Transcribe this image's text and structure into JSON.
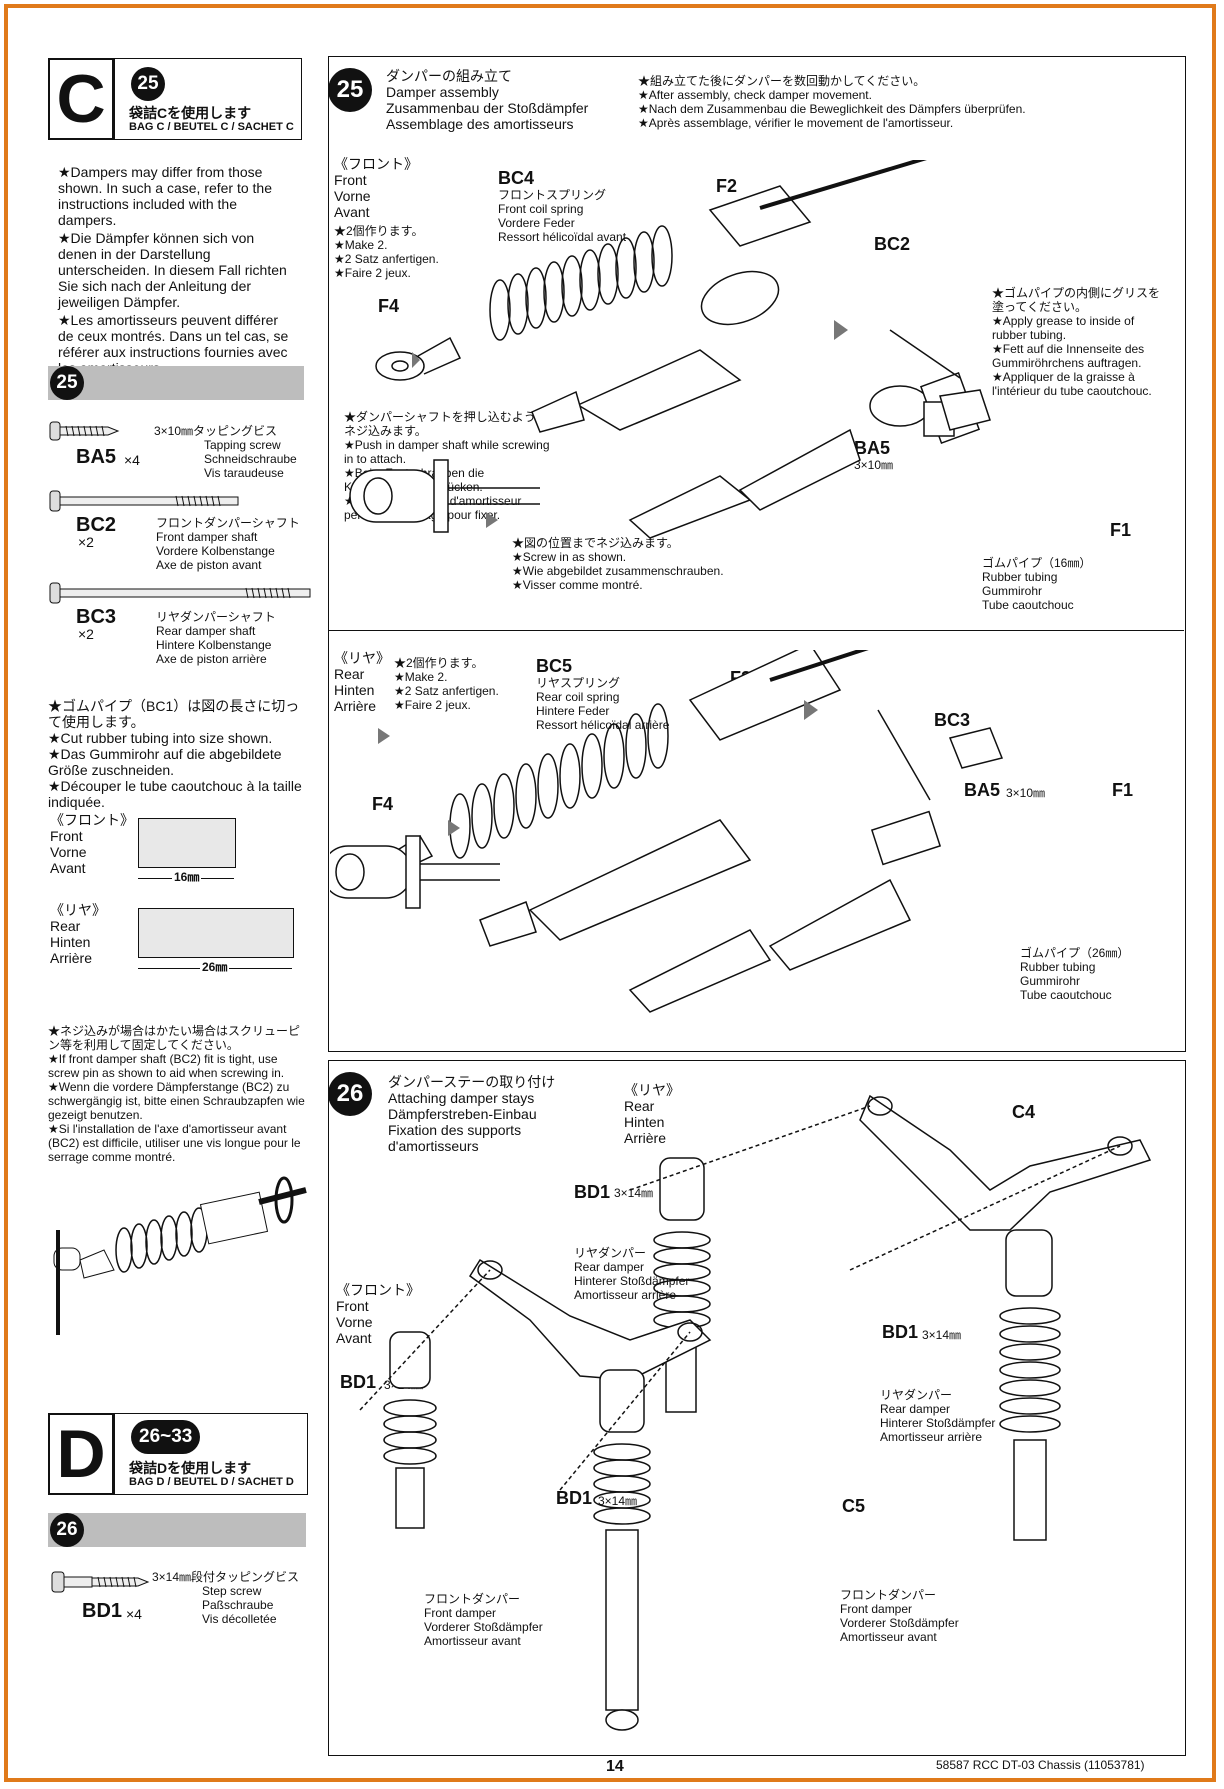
{
  "left": {
    "bag_c": {
      "letter": "C",
      "step": "25",
      "jp": "袋詰Cを使用します",
      "label": "BAG C / BEUTEL C / SACHET C"
    },
    "note1": [
      "★Dampers may differ from those shown. In such a case, refer to the instructions included with the dampers.",
      "★Die Dämpfer können sich von denen in der Darstellung unterscheiden. In diesem Fall richten Sie sich nach der Anleitung der jeweiligen Dämpfer.",
      "★Les amortisseurs peuvent différer de ceux montrés. Dans un tel cas, se référer aux instructions fournies avec les amortisseurs."
    ],
    "parts25_step": "25",
    "parts25": [
      {
        "code": "BA5",
        "qty": "×4",
        "size_jp": "3×10㎜タッピングビス",
        "desc": "Tapping screw\nSchneidschraube\nVis taraudeuse"
      },
      {
        "code": "BC2",
        "qty": "×2",
        "size_jp": "フロントダンパーシャフト",
        "desc": "Front damper shaft\nVordere Kolbenstange\nAxe de piston avant"
      },
      {
        "code": "BC3",
        "qty": "×2",
        "size_jp": "リヤダンパーシャフト",
        "desc": "Rear damper shaft\nHintere Kolbenstange\nAxe de piston arrière"
      }
    ],
    "note2": "★ゴムパイプ（BC1）は図の長さに切って使用します。\n★Cut rubber tubing into size shown.\n★Das Gummirohr auf die abgebildete Größe zuschneiden.\n★Découper le tube caoutchouc à la taille indiquée.",
    "tube_front_label": "《フロント》\nFront\nVorne\nAvant",
    "tube_front_len": "16㎜",
    "tube_rear_label": "《リヤ》\nRear\nHinten\nArrière",
    "tube_rear_len": "26㎜",
    "note3": "★ネジ込みが場合はかたい場合はスクリューピン等を利用して固定してください。\n★If front damper shaft (BC2) fit is tight, use screw pin as shown to aid when screwing in.\n★Wenn die vordere Dämpferstange (BC2) zu schwergängig ist, bitte einen Schraubzapfen wie gezeigt benutzen.\n★Si l'installation de l'axe d'amortisseur avant (BC2) est difficile, utiliser une vis longue pour le serrage comme montré.",
    "bag_d": {
      "letter": "D",
      "step": "26~33",
      "jp": "袋詰Dを使用します",
      "label": "BAG D / BEUTEL D / SACHET D"
    },
    "parts26_step": "26",
    "parts26": {
      "code": "BD1",
      "qty": "×4",
      "size_jp": "3×14㎜段付タッピングビス",
      "desc": "Step screw\nPaßschraube\nVis décolletée"
    }
  },
  "step25": {
    "num": "25",
    "title": "ダンパーの組み立て\nDamper assembly\nZusammenbau der Stoßdämpfer\nAssemblage des amortisseurs",
    "check": "★組み立てた後にダンパーを数回動かしてください。\n★After assembly, check damper movement.\n★Nach dem Zusammenbau die Beweglichkeit des Dämpfers überprüfen.\n★Après assemblage, vérifier le movement de l'amortisseur.",
    "front_label": "《フロント》\nFront\nVorne\nAvant",
    "make2": "★2個作ります。\n★Make 2.\n★2 Satz anfertigen.\n★Faire 2 jeux.",
    "bc4": "BC4",
    "bc4_desc": "フロントスプリング\nFront coil spring\nVordere Feder\nRessort hélicoïdal avant",
    "f2": "F2",
    "bc2": "BC2",
    "f4": "F4",
    "f1": "F1",
    "grease": "★ゴムパイプの内側にグリスを塗ってください。\n★Apply grease to inside of rubber tubing.\n★Fett auf die Innenseite des Gummiröhrchens auftragen.\n★Appliquer de la graisse à l'intérieur du tube caoutchouc.",
    "push": "★ダンパーシャフトを押し込むようにネジ込みます。\n★Push in damper shaft while screwing in to attach.\n★Beim Festschrauben die Kolbenstange eindrücken.\n★Pousser sur l'axe d'amortisseur pendant le vissage pour fixer.",
    "ba5": "BA5",
    "ba5_size": "3×10㎜",
    "screwin": "★図の位置までネジ込みます。\n★Screw in as shown.\n★Wie abgebildet zusammenschrauben.\n★Visser comme montré.",
    "tube16": "ゴムパイプ（16㎜）\nRubber tubing\nGummirohr\nTube caoutchouc",
    "rear_label": "《リヤ》\nRear\nHinten\nArrière",
    "bc5": "BC5",
    "bc5_desc": "リヤスプリング\nRear coil spring\nHintere Feder\nRessort hélicoïdal arrière",
    "f3": "F3",
    "bc3": "BC3",
    "tube26": "ゴムパイプ（26㎜）\nRubber tubing\nGummirohr\nTube caoutchouc"
  },
  "step26": {
    "num": "26",
    "title": "ダンパーステーの取り付け\nAttaching damper stays\nDämpferstreben-Einbau\nFixation des supports\nd'amortisseurs",
    "rear_label": "《リヤ》\nRear\nHinten\nArrière",
    "front_label": "《フロント》\nFront\nVorne\nAvant",
    "c4": "C4",
    "c5": "C5",
    "bd1": "BD1",
    "bd1_size": "3×14㎜",
    "rear_damper": "リヤダンパー\nRear damper\nHinterer Stoßdämpfer\nAmortisseur arrière",
    "front_damper": "フロントダンパー\nFront damper\nVorderer Stoßdämpfer\nAmortisseur avant"
  },
  "footer": {
    "page": "14",
    "doc": "58587 RCC DT-03 Chassis (11053781)"
  }
}
